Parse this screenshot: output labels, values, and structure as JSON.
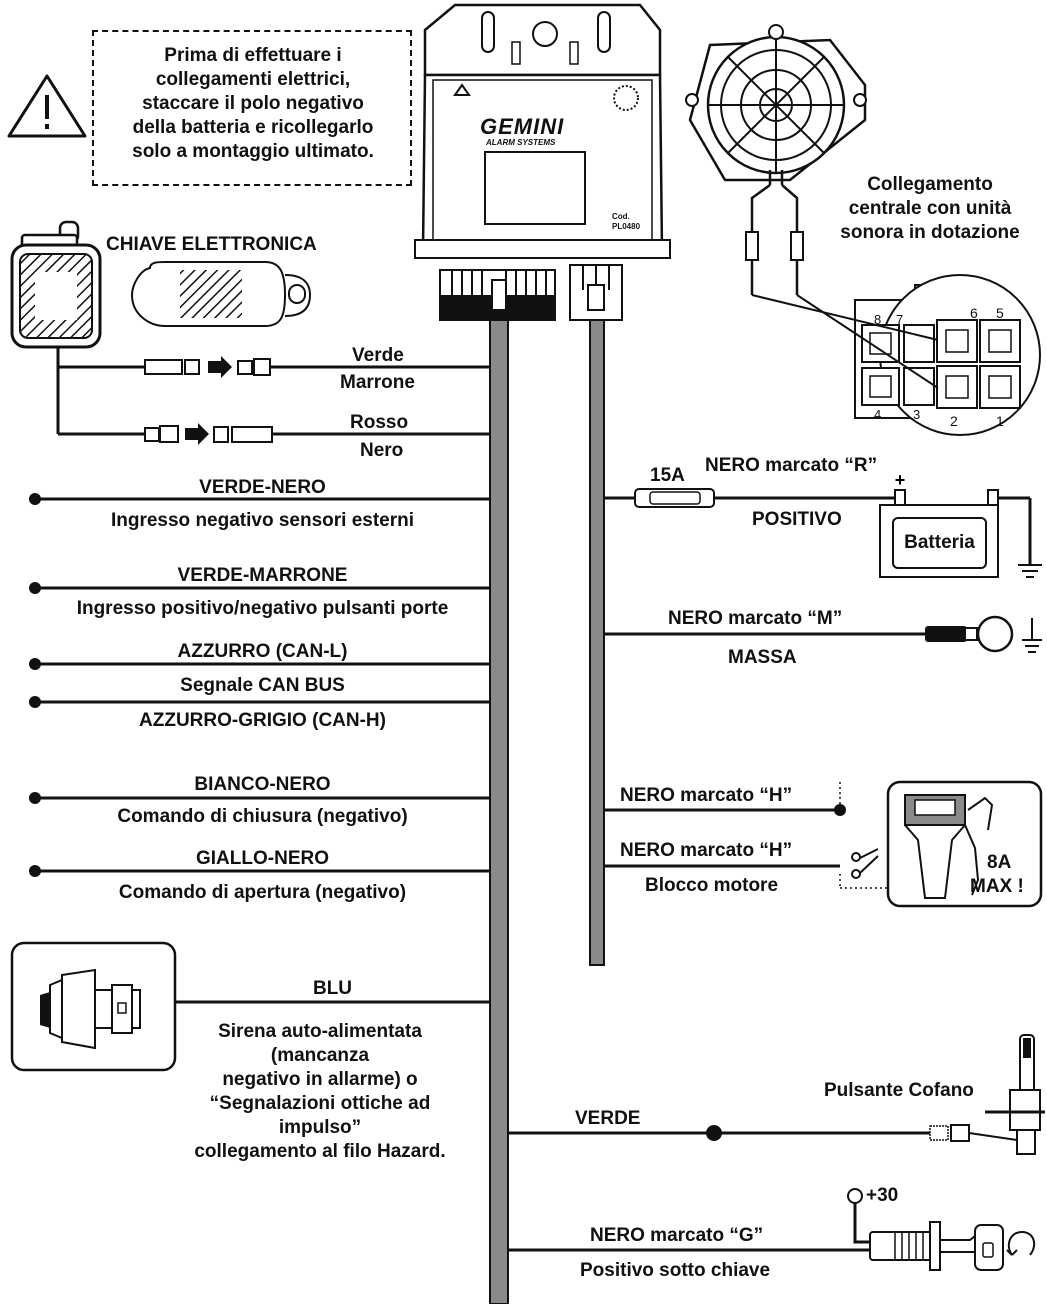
{
  "warning": {
    "lines": [
      "Prima di effettuare i",
      "collegamenti elettrici,",
      "staccare il polo negativo",
      "della batteria e ricollegarlo",
      "solo a montaggio ultimato."
    ]
  },
  "module": {
    "brand": "GEMINI",
    "subtitle": "ALARM SYSTEMS",
    "cod": "Cod.",
    "code": "PL0480"
  },
  "key": {
    "title": "CHIAVE ELETTRONICA"
  },
  "speaker": {
    "lines": [
      "Collegamento",
      "centrale con unità",
      "sonora in dotazione"
    ]
  },
  "connector_pins": [
    "8",
    "7",
    "6",
    "5",
    "4",
    "3",
    "2",
    "1"
  ],
  "left_wires": {
    "verde": "Verde",
    "marrone": "Marrone",
    "rosso": "Rosso",
    "nero": "Nero",
    "verde_nero": "VERDE-NERO",
    "verde_nero_desc": "Ingresso negativo sensori esterni",
    "verde_marrone": "VERDE-MARRONE",
    "verde_marrone_desc": "Ingresso positivo/negativo pulsanti porte",
    "azzurro": "AZZURRO (CAN-L)",
    "can_bus": "Segnale CAN BUS",
    "azzurro_grigio": "AZZURRO-GRIGIO (CAN-H)",
    "bianco_nero": "BIANCO-NERO",
    "bianco_nero_desc": "Comando di chiusura (negativo)",
    "giallo_nero": "GIALLO-NERO",
    "giallo_nero_desc": "Comando di apertura (negativo)",
    "blu": "BLU",
    "siren_desc": [
      "Sirena auto-alimentata",
      "(mancanza",
      "negativo in allarme) o",
      "“Segnalazioni ottiche ad",
      "impulso”",
      "collegamento al filo Hazard."
    ]
  },
  "right_wires": {
    "fuse": "15A",
    "nero_r": "NERO marcato “R”",
    "positivo": "POSITIVO",
    "batteria": "Batteria",
    "nero_m": "NERO marcato “M”",
    "massa": "MASSA",
    "nero_h1": "NERO marcato “H”",
    "nero_h2": "NERO marcato “H”",
    "blocco": "Blocco motore",
    "relay_a": "8A",
    "relay_b": "MAX !",
    "pulsante": "Pulsante Cofano",
    "verde": "VERDE",
    "plus30": "+30",
    "nero_g": "NERO marcato “G”",
    "positivo_chiave": "Positivo sotto chiave"
  }
}
